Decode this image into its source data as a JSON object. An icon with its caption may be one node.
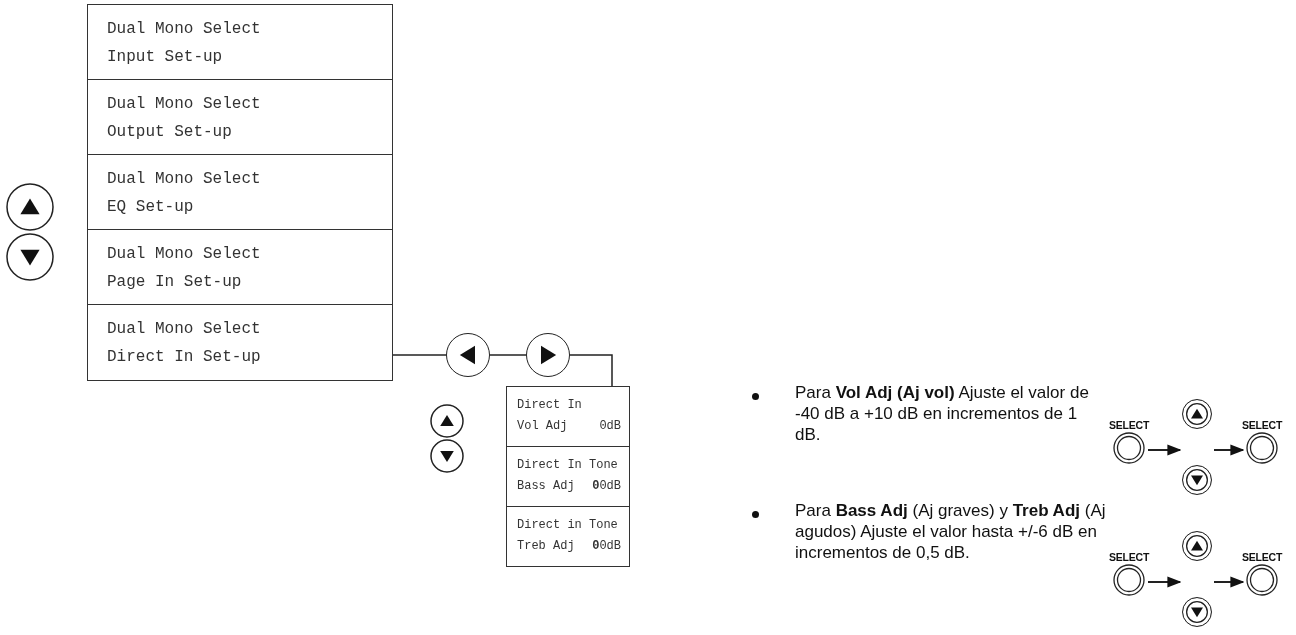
{
  "diagram": {
    "nodes": [
      {
        "text": [
          "Dual Mono Select",
          "Input Set-up"
        ]
      },
      {
        "text": [
          "Dual Mono Select",
          "Output Set-up"
        ]
      },
      {
        "text": [
          "Dual Mono Select",
          "EQ Set-up"
        ]
      },
      {
        "text": [
          "Dual Mono Select",
          "Page In Set-up"
        ]
      },
      {
        "text": [
          "Dual Mono Select",
          "Direct In Set-up"
        ]
      },
      {
        "text": [],
        "shape": "circle"
      },
      {
        "text": [],
        "shape": "circle"
      },
      {
        "text": [
          "Direct In",
          "Vol Adj",
          "0dB"
        ]
      },
      {
        "text": [
          "Direct In Tone",
          "Bass Adj",
          "**0**0dB"
        ]
      },
      {
        "text": [
          "Direct in Tone",
          "Treb Adj",
          "**0**0dB"
        ]
      },
      {
        "text": [
          "SELECT"
        ]
      },
      {
        "text": [],
        "shape": "circle"
      },
      {
        "text": [],
        "shape": "circle"
      },
      {
        "text": [
          "SELECT"
        ]
      },
      {
        "text": [
          "SELECT"
        ]
      },
      {
        "text": [],
        "shape": "circle"
      },
      {
        "text": [],
        "shape": "circle"
      },
      {
        "text": [
          "SELECT"
        ]
      }
    ],
    "edges": [
      {
        "from": 4,
        "to": 5,
        "arrow": "none"
      },
      {
        "from": 5,
        "to": 6,
        "arrow": "none"
      },
      {
        "from": 6,
        "to": 7,
        "arrow": "none"
      },
      {
        "from": 10,
        "to": 11,
        "arrow": "to"
      },
      {
        "from": 10,
        "to": 12,
        "arrow": "to"
      },
      {
        "from": 12,
        "to": 13,
        "arrow": "to"
      },
      {
        "from": 14,
        "to": 15,
        "arrow": "to"
      },
      {
        "from": 14,
        "to": 16,
        "arrow": "to"
      },
      {
        "from": 16,
        "to": 17,
        "arrow": "to"
      }
    ],
    "labels": [
      "Para **Vol Adj (Aj vol)** Ajuste el valor de -40 dB a +10 dB en incrementos de 1 dB.",
      "Para **Bass Adj** (Aj graves) y **Treb Adj** (Aj agudos) Ajuste el valor hasta +/-6 dB en incrementos de 0,5 dB."
    ]
  }
}
